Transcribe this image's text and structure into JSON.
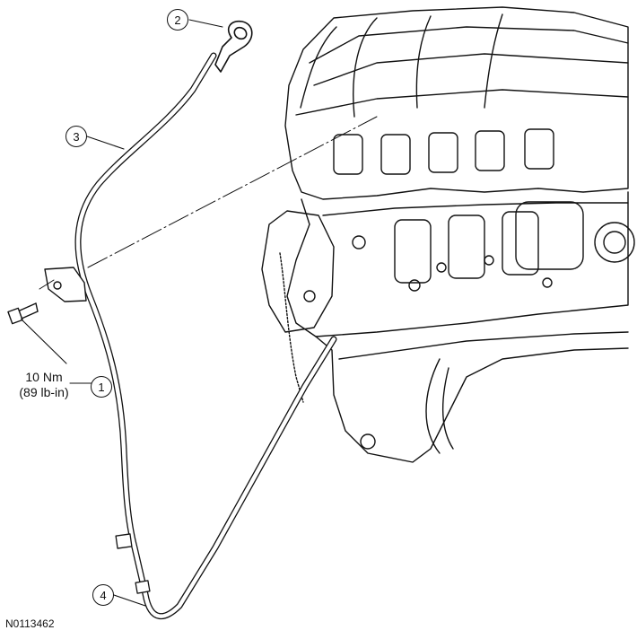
{
  "figure_id": "N0113462",
  "callouts": [
    {
      "id": "1",
      "label": "1"
    },
    {
      "id": "2",
      "label": "2"
    },
    {
      "id": "3",
      "label": "3"
    },
    {
      "id": "4",
      "label": "4"
    }
  ],
  "torque_spec": {
    "metric": "10 Nm",
    "imperial": "(89 lb-in)"
  },
  "colors": {
    "line": "#111111",
    "background": "#ffffff"
  }
}
